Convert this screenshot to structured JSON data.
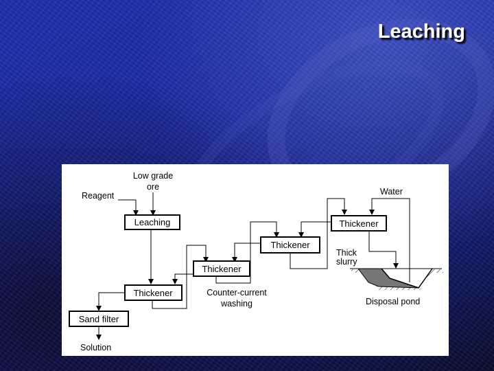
{
  "slide": {
    "title": "Leaching"
  },
  "diagram": {
    "boxes": {
      "leaching": "Leaching",
      "thickener_1": "Thickener",
      "thickener_2": "Thickener",
      "thickener_3": "Thickener",
      "thickener_4": "Thickener",
      "sand_filter": "Sand filter"
    },
    "labels": {
      "low_grade_line1": "Low grade",
      "low_grade_line2": "ore",
      "reagent": "Reagent",
      "water": "Water",
      "thick_slurry_line1": "Thick",
      "thick_slurry_line2": "slurry",
      "counter_current_line1": "Counter-current",
      "counter_current_line2": "washing",
      "disposal_pond": "Disposal pond",
      "solution": "Solution"
    }
  }
}
